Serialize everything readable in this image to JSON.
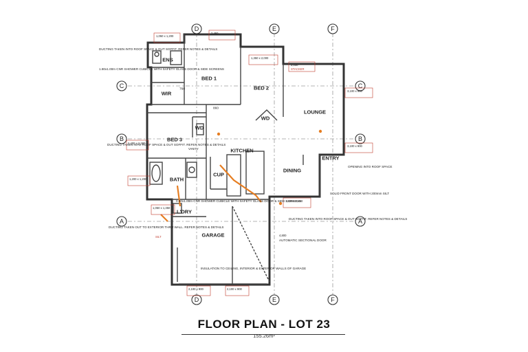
{
  "title": "FLOOR PLAN - LOT 23",
  "area": "155.26m²",
  "grid": {
    "vertical": [
      "D",
      "E",
      "F"
    ],
    "horizontal": [
      "C",
      "B",
      "A"
    ]
  },
  "rooms": {
    "ens": "ENS",
    "wir": "WIR",
    "bed1": "BED 1",
    "bed2": "BED 2",
    "lounge": "LOUNGE",
    "wd1": "WD",
    "wd2": "WD",
    "bed3": "BED 3",
    "kitchen": "KITCHEN",
    "dining": "DINING",
    "entry": "ENTRY",
    "bath": "BATH",
    "cup": "CUP",
    "ldry": "L'DRY",
    "garage": "GARAGE"
  },
  "notes": {
    "duct_ens": "DUCTING TAKEN INTO ROOF SPACE & OUT SOFFIT. REFER NOTES & DETAILS",
    "shower_ens": "1.80x1.00m CNR SHOWER CUBICLE WITH SAFETY GLASS DOOR & SIDE SCREENS",
    "duct_bath": "DUCTING TAKEN INTO ROOF SPACE & OUT SOFFIT. REFER NOTES & DETAILS",
    "duct_ext": "DUCTING TAKEN OUT TO EXTERIOR THRU WALL. REFER NOTES & DETAILS",
    "shower_bath": "0.90x1.00m CNR SHOWER CUBICLE WITH SAFETY GLASS DOOR & SIDE SCREENS",
    "duct_kitchen": "DUCTING TAKEN INTO ROOF SPACE & OUT SOFFIT. REFER NOTES & DETAILS",
    "roof_space": "OPENING INTO ROOF SPACE",
    "insulation": "INSULATION TO CEILING, INTERIOR & EXTERIOR WALLS OF GARAGE",
    "sectional_door": "AUTOMATIC SECTIONAL DOOR",
    "front_door": "SOLID FRONT DOOR WITH 200mm SILT"
  },
  "dims": {
    "d1": "1,050 x 1,200",
    "d2": "2,450",
    "d3": "1,350 x 2,000",
    "d4": "2,050",
    "d5": "3,100 x 900",
    "d6": "2,400 x 2,380",
    "d7": "3,100 x 900",
    "d8": "1,200 x 1,200",
    "d9": "1,050 x 1,350",
    "d10": "1,450 x 2,450",
    "d11": "4,800",
    "d12": "2,100 x 900",
    "d13": "2,100 x 900",
    "d14": "760",
    "d15": "860"
  },
  "tags": {
    "sliding": "STACKER",
    "silt": "SILT",
    "vanity": "VANITY"
  }
}
